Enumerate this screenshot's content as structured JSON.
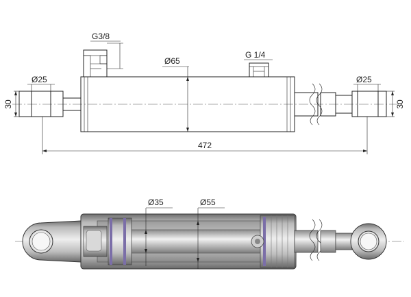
{
  "drawing": {
    "top_view": {
      "port_left": "G3/8",
      "port_right": "G 1/4",
      "barrel_diameter": "Ø65",
      "eye_left_bore": "Ø25",
      "eye_right_bore": "Ø25",
      "eye_left_width": "30",
      "eye_right_width": "30",
      "overall_length": "472"
    },
    "section_view": {
      "rod_diameter": "Ø35",
      "bore_diameter": "Ø55"
    }
  }
}
